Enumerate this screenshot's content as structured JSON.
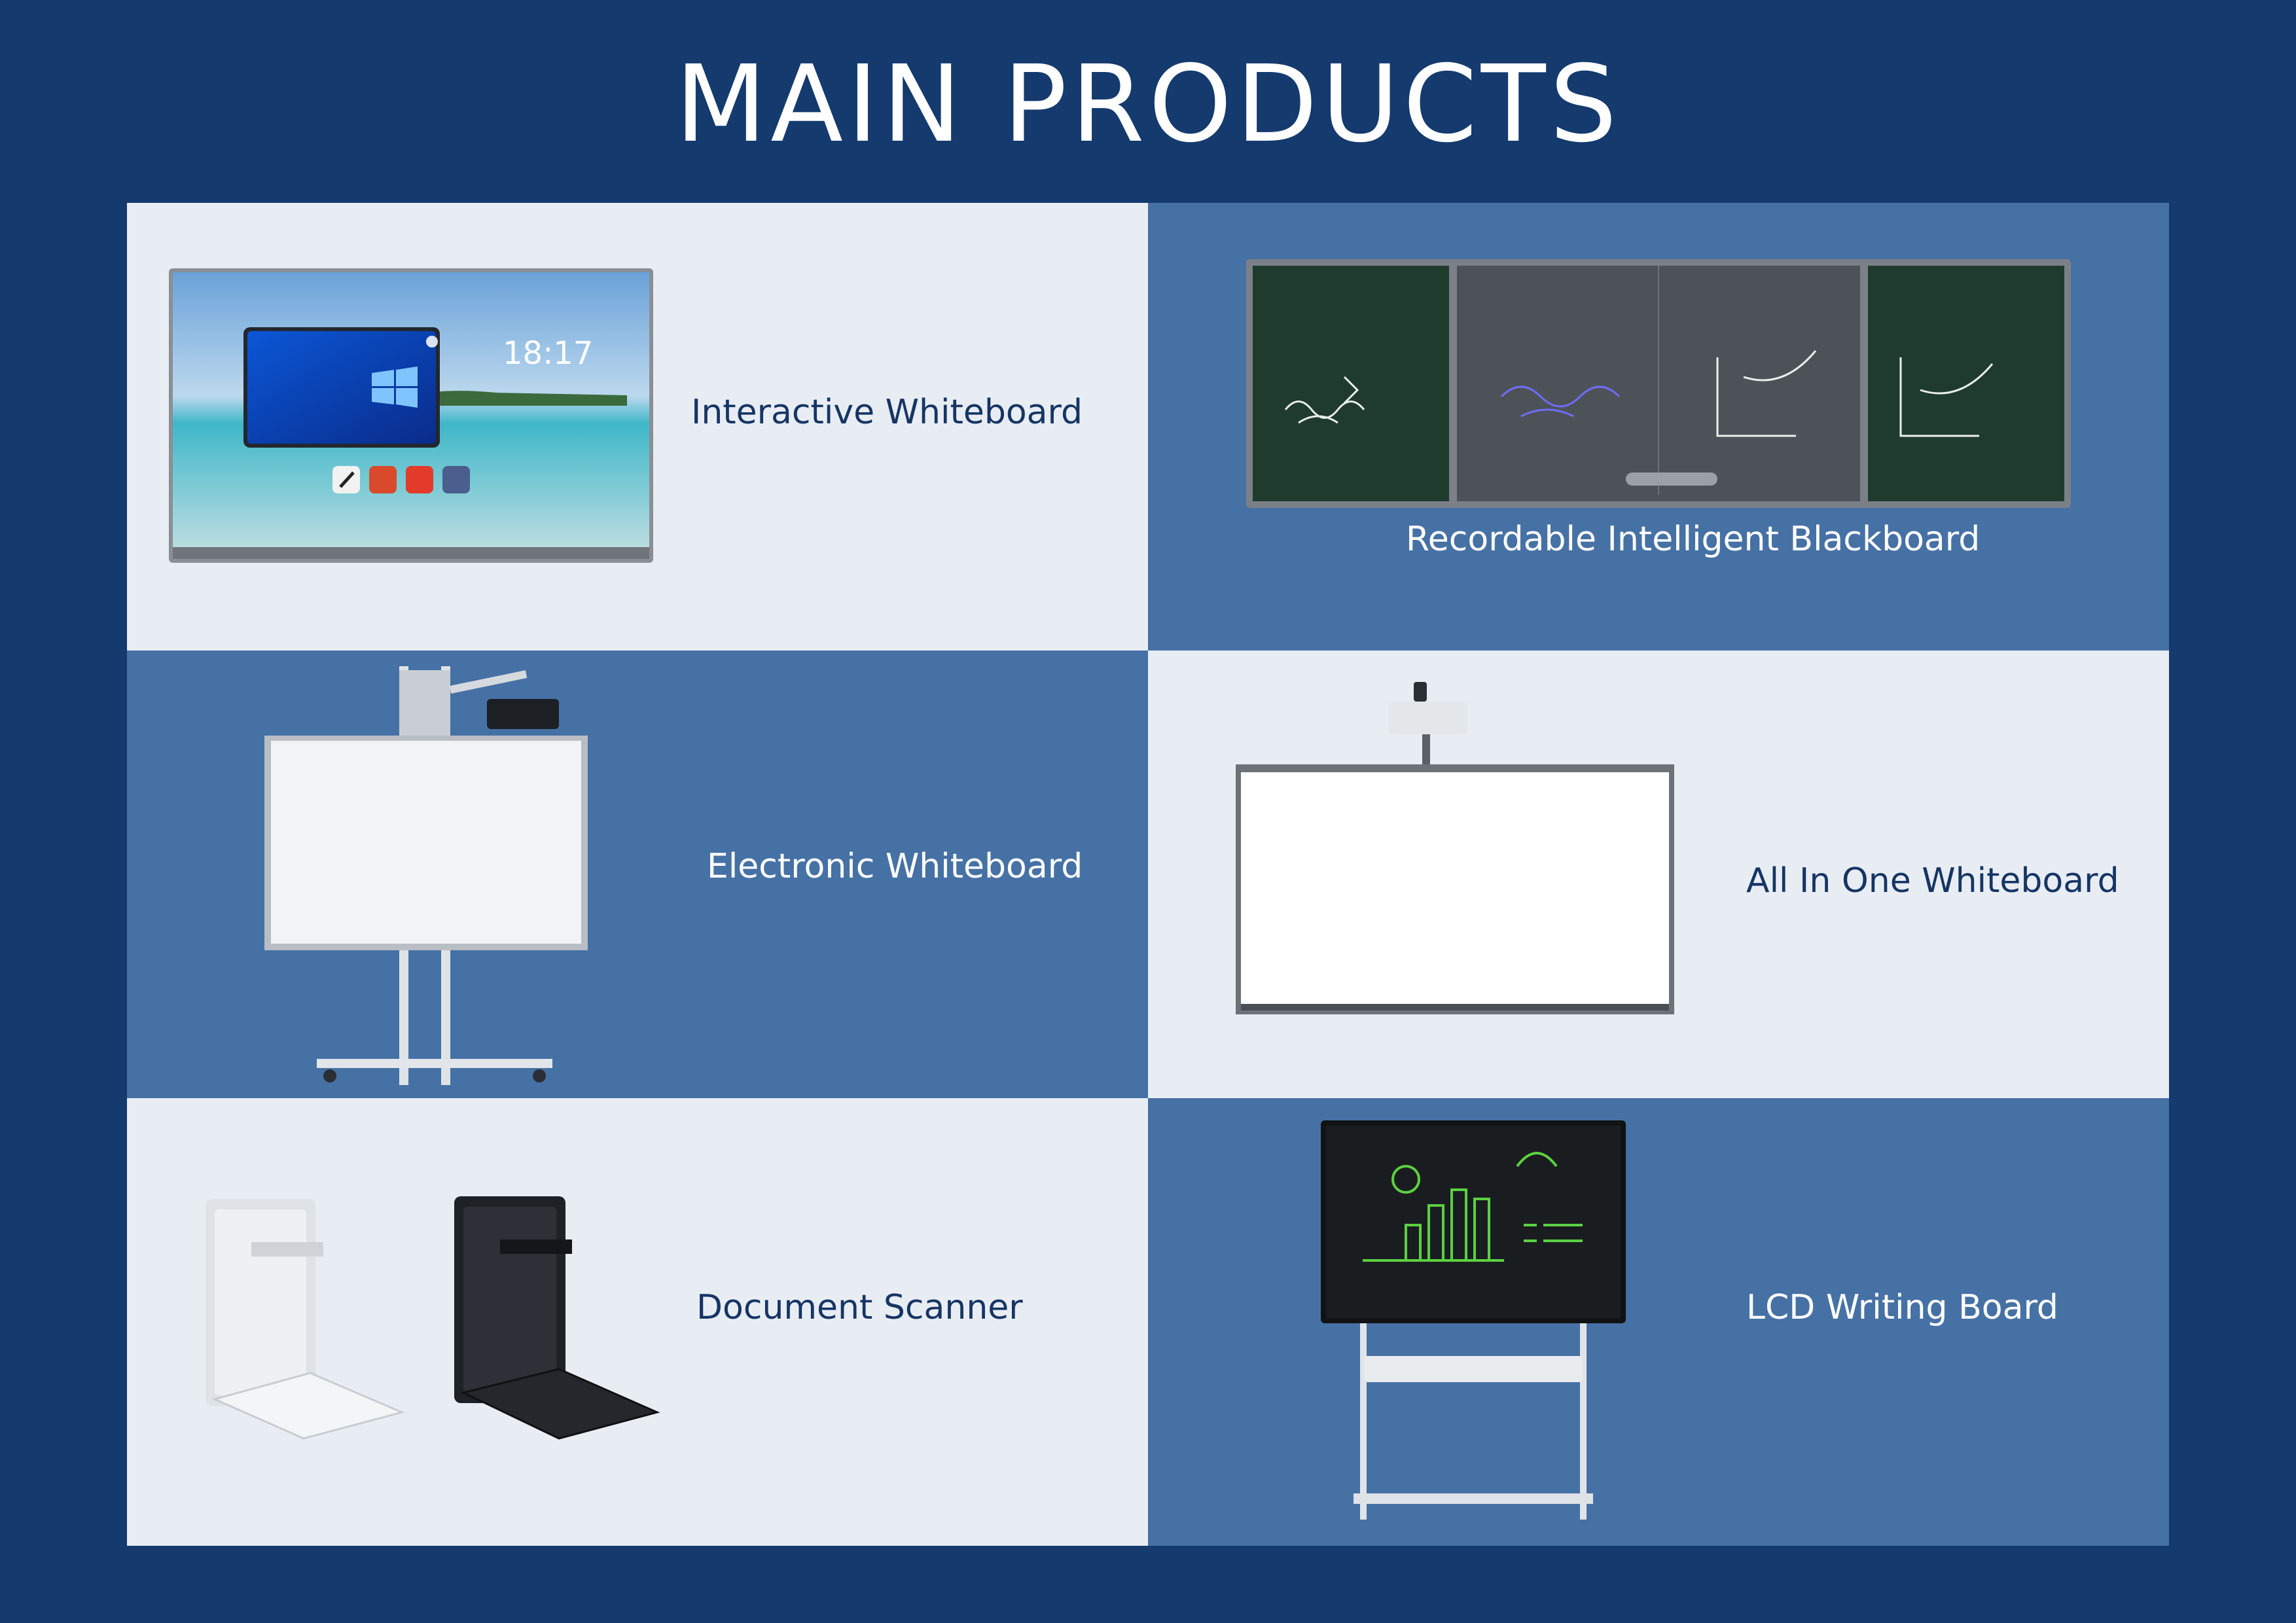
{
  "page": {
    "title": "MAIN PRODUCTS"
  },
  "products": [
    {
      "name": "Interactive Whiteboard",
      "icon": "interactive-whiteboard-image"
    },
    {
      "name": "Recordable Intelligent Blackboard",
      "icon": "recordable-blackboard-image"
    },
    {
      "name": "Electronic Whiteboard",
      "icon": "electronic-whiteboard-image"
    },
    {
      "name": "All In One Whiteboard",
      "icon": "all-in-one-whiteboard-image"
    },
    {
      "name": "Document Scanner",
      "icon": "document-scanner-image"
    },
    {
      "name": "LCD Writing Board",
      "icon": "lcd-writing-board-image"
    }
  ],
  "screen": {
    "clock": "18:17"
  },
  "colors": {
    "background": "#143a6e",
    "panel_light": "#e8edf4",
    "panel_blue": "#4671a5",
    "text_dark": "#163563",
    "text_light": "#ffffff"
  }
}
